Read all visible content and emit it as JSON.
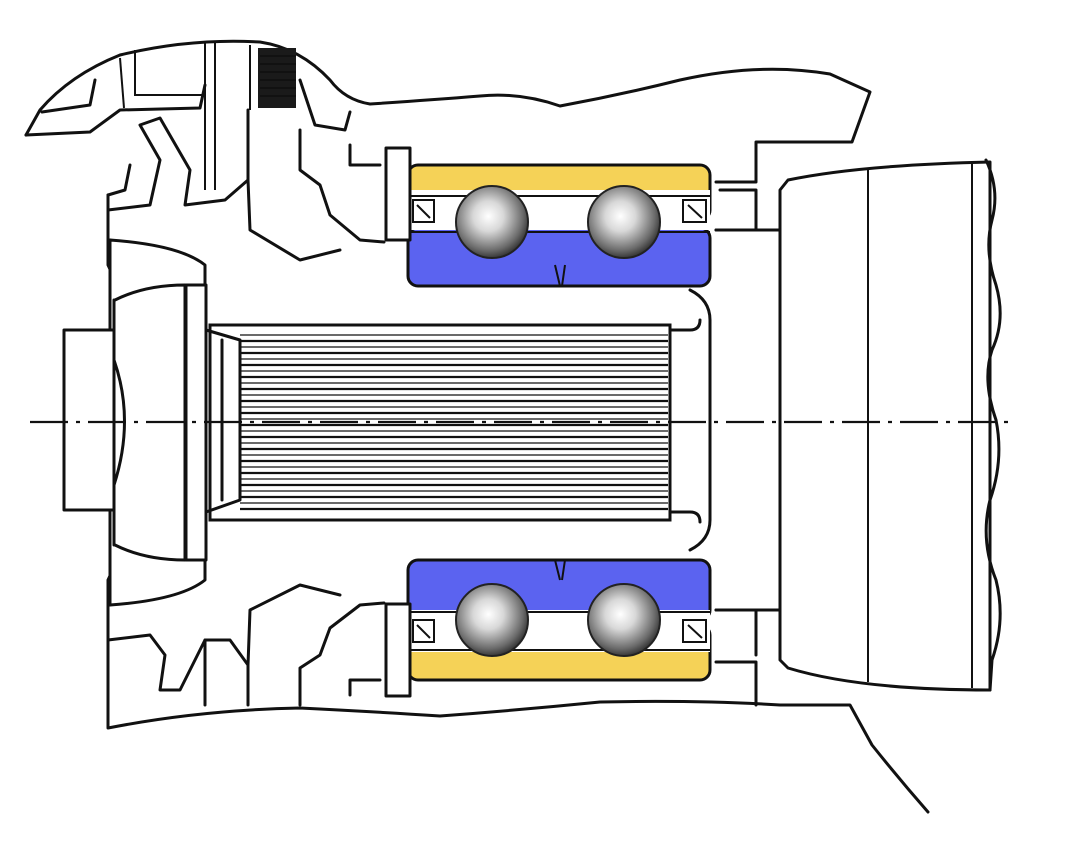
{
  "diagram": {
    "subject": "wheel-hub-bearing-cross-section",
    "colors": {
      "outer_ring": "#f5d257",
      "inner_ring": "#5b63f0",
      "outline": "#111111",
      "background": "#ffffff",
      "ball_highlight": "#ffffff",
      "ball_shadow": "#3a3a3a"
    },
    "ball_count_per_side": 2,
    "bearing_rows": 2
  }
}
